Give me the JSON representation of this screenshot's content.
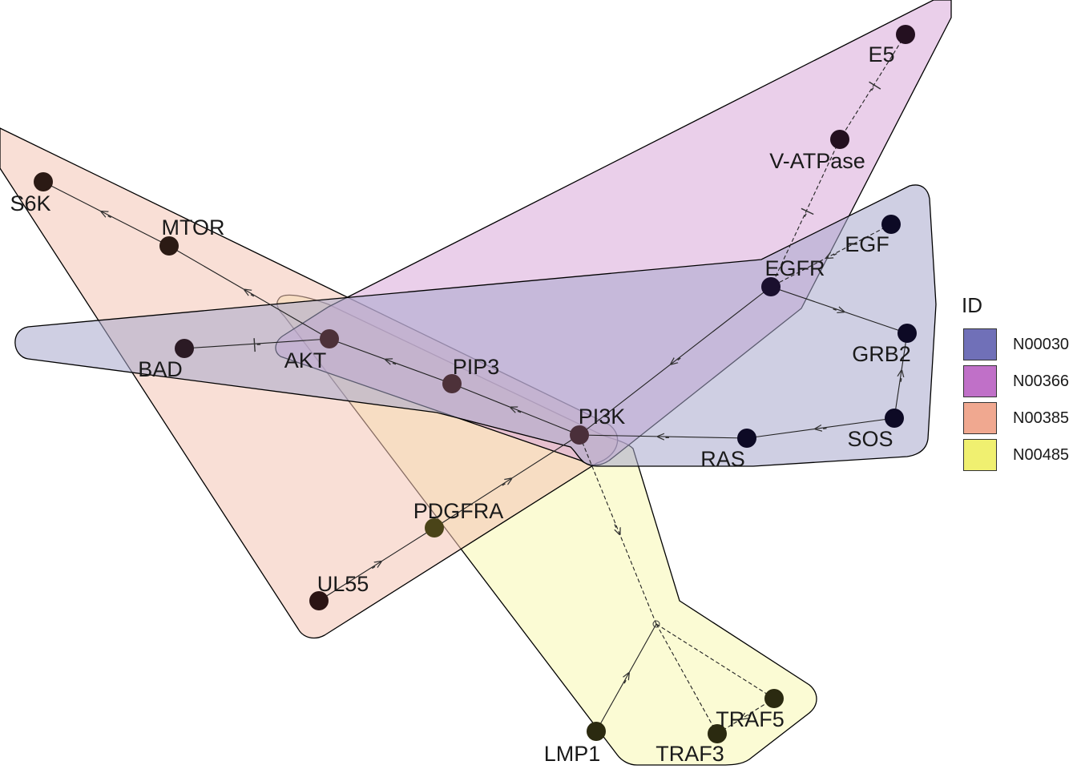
{
  "legend": {
    "title": "ID",
    "items": [
      {
        "id": "N00030",
        "label": "N00030",
        "color": "#7070b8"
      },
      {
        "id": "N00366",
        "label": "N00366",
        "color": "#c070c8"
      },
      {
        "id": "N00385",
        "label": "N00385",
        "color": "#f0a890"
      },
      {
        "id": "N00485",
        "label": "N00485",
        "color": "#f0f070"
      }
    ]
  },
  "groups": [
    {
      "id": "N00485",
      "fill": "#f7f7b0"
    },
    {
      "id": "N00385",
      "fill": "#f4c4b4"
    },
    {
      "id": "N00366",
      "fill": "#d8a8d8"
    },
    {
      "id": "N00030",
      "fill": "#a8a8cc"
    }
  ],
  "nodes": [
    {
      "id": "E5",
      "label": "E5"
    },
    {
      "id": "V-ATPase",
      "label": "V-ATPase"
    },
    {
      "id": "EGF",
      "label": "EGF"
    },
    {
      "id": "EGFR",
      "label": "EGFR"
    },
    {
      "id": "GRB2",
      "label": "GRB2"
    },
    {
      "id": "SOS",
      "label": "SOS"
    },
    {
      "id": "RAS",
      "label": "RAS"
    },
    {
      "id": "PI3K",
      "label": "PI3K"
    },
    {
      "id": "PIP3",
      "label": "PIP3"
    },
    {
      "id": "AKT",
      "label": "AKT"
    },
    {
      "id": "BAD",
      "label": "BAD"
    },
    {
      "id": "MTOR",
      "label": "MTOR"
    },
    {
      "id": "S6K",
      "label": "S6K"
    },
    {
      "id": "PDGFRA",
      "label": "PDGFRA"
    },
    {
      "id": "UL55",
      "label": "UL55"
    },
    {
      "id": "LMP1",
      "label": "LMP1"
    },
    {
      "id": "TRAF3",
      "label": "TRAF3"
    },
    {
      "id": "TRAF5",
      "label": "TRAF5"
    }
  ],
  "edges": [
    {
      "from": "E5",
      "to": "V-ATPase",
      "marker": "-|",
      "dashed": true
    },
    {
      "from": "V-ATPase",
      "to": "EGFR",
      "marker": "-|",
      "dashed": true
    },
    {
      "from": "EGF",
      "to": "EGFR",
      "marker": "<-",
      "dashed": true
    },
    {
      "from": "EGFR",
      "to": "GRB2",
      "marker": "->",
      "dashed": false
    },
    {
      "from": "GRB2",
      "to": "SOS",
      "marker": "->",
      "dashed": false
    },
    {
      "from": "SOS",
      "to": "RAS",
      "marker": "<-",
      "dashed": false
    },
    {
      "from": "RAS",
      "to": "PI3K",
      "marker": "<-",
      "dashed": false
    },
    {
      "from": "EGFR",
      "to": "PI3K",
      "marker": "<-",
      "dashed": false
    },
    {
      "from": "PI3K",
      "to": "PIP3",
      "marker": "<-",
      "dashed": false
    },
    {
      "from": "PIP3",
      "to": "AKT",
      "marker": "<-",
      "dashed": false
    },
    {
      "from": "AKT",
      "to": "BAD",
      "marker": "|-",
      "dashed": false
    },
    {
      "from": "AKT",
      "to": "MTOR",
      "marker": "<-",
      "dashed": false
    },
    {
      "from": "MTOR",
      "to": "S6K",
      "marker": "<-",
      "dashed": false
    },
    {
      "from": "PDGFRA",
      "to": "PI3K",
      "marker": "->",
      "dashed": false
    },
    {
      "from": "UL55",
      "to": "PDGFRA",
      "marker": "->",
      "dashed": false
    },
    {
      "from": "LMP1",
      "to": "HUB",
      "marker": "->",
      "dashed": false
    },
    {
      "from": "HUB",
      "to": "PI3K",
      "marker": "->",
      "dashed": true
    },
    {
      "from": "HUB",
      "to": "TRAF3",
      "marker": "",
      "dashed": true
    },
    {
      "from": "HUB",
      "to": "TRAF5",
      "marker": "",
      "dashed": true
    },
    {
      "from": "TRAF3",
      "to": "TRAF5",
      "marker": "<-",
      "dashed": true
    }
  ]
}
